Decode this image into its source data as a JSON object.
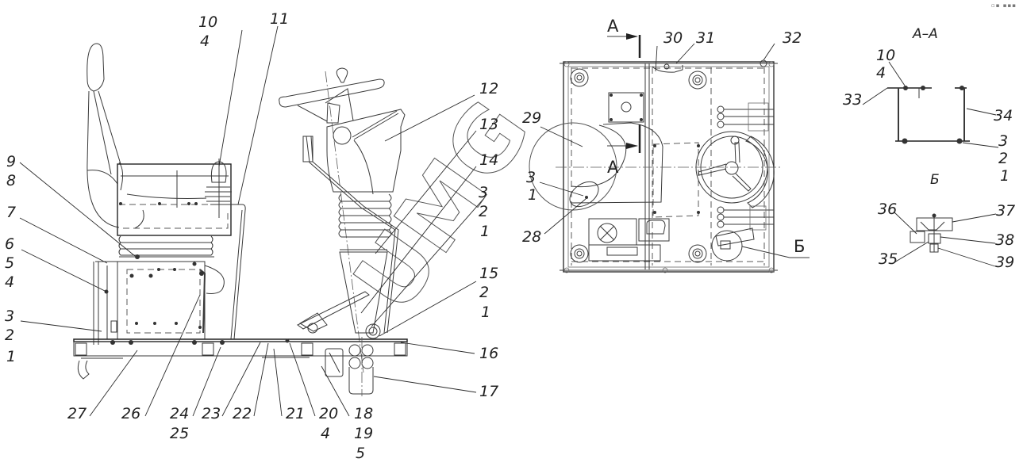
{
  "drawing": {
    "type": "engineering-assembly-drawing",
    "description": "Operator seat and steering column assembly on floor platform — side view, plan view, section A-A and detail Б",
    "watermark": "UMG",
    "corner_icon": "page-indicator-icon",
    "corner_text": "▫▪ ▪▪▪"
  },
  "views": {
    "side_view": {
      "name": "side-elevation",
      "callouts": [
        {
          "id": "c10-4",
          "lines": [
            "10",
            "4"
          ]
        },
        {
          "id": "c11",
          "lines": [
            "11"
          ]
        },
        {
          "id": "c12",
          "lines": [
            "12"
          ]
        },
        {
          "id": "c13",
          "lines": [
            "13"
          ]
        },
        {
          "id": "c14",
          "lines": [
            "14"
          ]
        },
        {
          "id": "c3-2-1-right",
          "lines": [
            "3",
            "2",
            "1"
          ]
        },
        {
          "id": "c15-2-1",
          "lines": [
            "15",
            "2",
            "1"
          ]
        },
        {
          "id": "c16",
          "lines": [
            "16"
          ]
        },
        {
          "id": "c17",
          "lines": [
            "17"
          ]
        },
        {
          "id": "c9-8",
          "lines": [
            "9",
            "8"
          ]
        },
        {
          "id": "c7",
          "lines": [
            "7"
          ]
        },
        {
          "id": "c6-5-4",
          "lines": [
            "6",
            "5",
            "4"
          ]
        },
        {
          "id": "c3-2-1-left",
          "lines": [
            "3",
            "2",
            "1"
          ]
        },
        {
          "id": "c27",
          "lines": [
            "27"
          ]
        },
        {
          "id": "c26",
          "lines": [
            "26"
          ]
        },
        {
          "id": "c24-25",
          "lines": [
            "24",
            "25"
          ]
        },
        {
          "id": "c23",
          "lines": [
            "23"
          ]
        },
        {
          "id": "c22",
          "lines": [
            "22"
          ]
        },
        {
          "id": "c21",
          "lines": [
            "21"
          ]
        },
        {
          "id": "c20-4",
          "lines": [
            "20",
            "4"
          ]
        },
        {
          "id": "c18-19-5",
          "lines": [
            "18",
            "19",
            "5"
          ]
        }
      ]
    },
    "plan_view": {
      "name": "top-plan",
      "section_marker_a": "A",
      "section_marker_b": "Б",
      "callouts": [
        {
          "id": "c29",
          "lines": [
            "29"
          ]
        },
        {
          "id": "c30",
          "lines": [
            "30"
          ]
        },
        {
          "id": "c31",
          "lines": [
            "31"
          ]
        },
        {
          "id": "c32",
          "lines": [
            "32"
          ]
        },
        {
          "id": "c3-1",
          "lines": [
            "3",
            "1"
          ]
        },
        {
          "id": "c28",
          "lines": [
            "28"
          ]
        }
      ]
    },
    "section_aa": {
      "title": "A–A",
      "callouts": [
        {
          "id": "c10-4-aa",
          "lines": [
            "10",
            "4"
          ]
        },
        {
          "id": "c33",
          "lines": [
            "33"
          ]
        },
        {
          "id": "c34",
          "lines": [
            "34"
          ]
        },
        {
          "id": "c3-2-1-aa",
          "lines": [
            "3",
            "2",
            "1"
          ]
        }
      ]
    },
    "detail_b": {
      "title": "Б",
      "callouts": [
        {
          "id": "c36",
          "lines": [
            "36"
          ]
        },
        {
          "id": "c37",
          "lines": [
            "37"
          ]
        },
        {
          "id": "c38",
          "lines": [
            "38"
          ]
        },
        {
          "id": "c35",
          "lines": [
            "35"
          ]
        },
        {
          "id": "c39",
          "lines": [
            "39"
          ]
        }
      ]
    }
  }
}
